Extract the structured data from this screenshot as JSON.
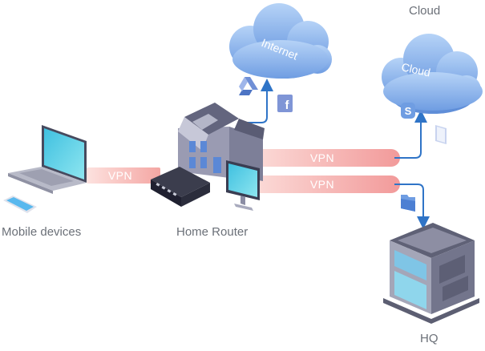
{
  "labels": {
    "cloud_top": "Cloud",
    "mobile_devices": "Mobile devices",
    "home_router": "Home Router",
    "hq": "HQ"
  },
  "clouds": {
    "internet": "Internet",
    "cloud": "Cloud"
  },
  "tunnels": [
    {
      "label": "VPN",
      "from": "laptop",
      "to": "router"
    },
    {
      "label": "VPN",
      "from": "home",
      "to": "cloud"
    },
    {
      "label": "VPN",
      "from": "home",
      "to": "hq"
    }
  ],
  "colors": {
    "tunnel": "#f4a3a3",
    "arrow": "#2f74c7",
    "cloud": "#8fb8ef",
    "cloud_dark": "#6f9de2",
    "label": "#6b7078",
    "building": "#8d8ea3",
    "screen": "#57d1e6"
  },
  "icons": [
    "google-drive-icon",
    "facebook-icon",
    "skype-icon",
    "document-icon",
    "folder-icon"
  ]
}
